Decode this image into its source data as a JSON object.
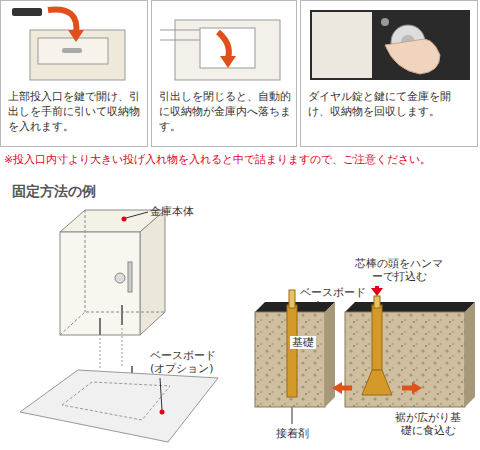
{
  "diagram": {
    "title": "固定方法の例",
    "nodes": [
      {
        "text": [
          "上部投入口を鍵で開け、引出しを手前に引いて収納物を入れます。"
        ]
      },
      {
        "text": [
          "引出しを閉じると、自動的に収納物が金庫内へ落ちます。"
        ]
      },
      {
        "text": [
          "ダイヤル錠と鍵にて金庫を開け、収納物を回収します。"
        ]
      }
    ],
    "labels": [
      "※投入口内寸より大きい投げ入れ物を入れると中で詰まりますので、ご注意ください。",
      "金庫本体",
      "ベースボード (オプション)",
      "芯棒の頭をハンマーで打込む",
      "ベースボード",
      "基礎",
      "接着剤",
      "裾が広がり基礎に食込む"
    ]
  }
}
